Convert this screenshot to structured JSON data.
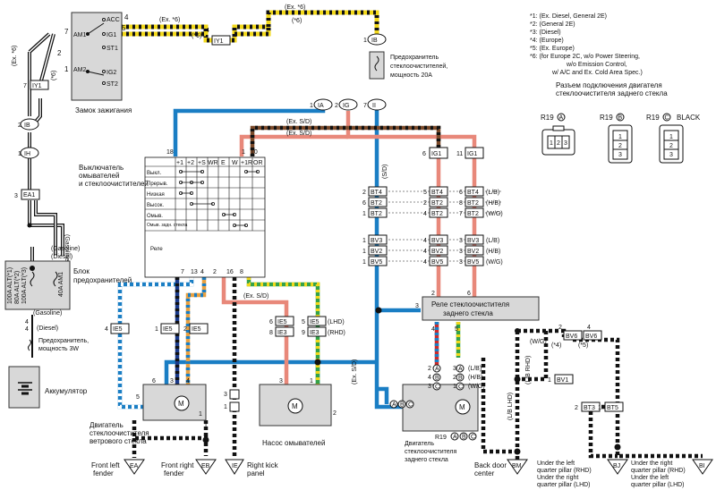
{
  "notes": {
    "n1": "*1:  (Ex. Diesel, General 2E)",
    "n2": "*2:  (General 2E)",
    "n3": "*3:  (Diesel)",
    "n4": "*4:  (Europe)",
    "n5": "*5:  (Ex. Europe)",
    "n6a": "*6:  (for Europe 2C, w/o Power Steering,",
    "n6b": "w/o Emission Control,",
    "n6c": "w/  A/C and Ex. Cold Area Spec.)"
  },
  "connector_header": {
    "line1": "Разъем подключения двигателя",
    "line2": "стеклоочистителя заднего стекла",
    "r19a": "R19",
    "r19a_letter": "A",
    "r19b": "R19",
    "r19b_letter": "B",
    "r19c": "R19",
    "r19c_letter": "C",
    "black": "BLACK"
  },
  "ignition": {
    "title": "Замок зажигания",
    "am1": "AM1",
    "am2": "AM2",
    "acc": "ACC",
    "ig1": "IG1",
    "st1": "ST1",
    "ig2": "IG2",
    "st2": "ST2"
  },
  "fuse20": {
    "line1": "Предохранитель",
    "line2": "стеклоочистителей,",
    "line3": "мощность 20A"
  },
  "switch": {
    "line1": "Выключатель",
    "line2": "омывателей",
    "line3": "и стеклоочистителей",
    "cols": [
      "+1",
      "+2",
      "+S",
      "WR",
      "E",
      "W",
      "+1R",
      "OR"
    ],
    "rows": [
      "Выкл.",
      "Прерыв.",
      "Низкая",
      "Высок.",
      "Омыв.",
      "Омыв. задн. стекла",
      "Реле"
    ]
  },
  "fuse_block": {
    "line1": "Блок",
    "line2": "предохранителей",
    "alt1": "100A ALT(*1)",
    "alt2": "80A ALT(*2)",
    "alt3": "100A ALT(*3)",
    "am1": "40A AM1",
    "gasoline": "(Gasoline)",
    "diesel": "(Diesel)"
  },
  "fuse3w": {
    "line1": "Предохранитель,",
    "line2": "мощность 3W"
  },
  "battery": "Аккумулятор",
  "front_motor": {
    "line1": "Двигатель",
    "line2": "стеклоочистителя",
    "line3": "ветрового стекла"
  },
  "pump": "Насос омывателей",
  "rear_relay": {
    "line1": "Реле стеклоочистителя",
    "line2": "заднего стекла"
  },
  "rear_motor": {
    "line1": "Двигатель",
    "line2": "стеклоочистителя",
    "line3": "заднего стекла"
  },
  "grounds": {
    "ea": "EA",
    "ea_label1": "Front left",
    "ea_label2": "fender",
    "eb": "EB",
    "eb_label1": "Front right",
    "eb_label2": "fender",
    "ie": "IE",
    "ie_label1": "Right kick",
    "ie_label2": "panel",
    "bm": "BM",
    "bm_label1": "Back door",
    "bm_label2": "center",
    "bj": "BJ",
    "bj_label1": "Under the left",
    "bj_label2": "quarter pillar (RHD)",
    "bj_label3": "Under the right",
    "bj_label4": "quarter pillar (LHD)",
    "bi": "BI",
    "bi_label1": "Under the right",
    "bi_label2": "quarter pillar (RHD)",
    "bi_label3": "Under the left",
    "bi_label4": "quarter pillar (LHD)"
  },
  "wire_notes": {
    "ex6": "(Ex. *6)",
    "star6": "(*6)",
    "ex_sd1": "(Ex. S/D)",
    "sd": "(S/D)",
    "ex_sd2": "(Ex. S/D)",
    "ex_sd3": "(Ex. S/D)",
    "ex_sd4": "(Ex. S/D)",
    "lhd": "(LHD)",
    "rhd": "(RHD)",
    "l_b": "(L/B)",
    "h_b": "(H/B)",
    "w_g": "(W/G)",
    "lb_lhd": "(L/B LHD)",
    "lb_rhd": "(L/B RHD)",
    "star4": "(*4)",
    "star5": "(*5)",
    "wg2": "(W/G)",
    "gasoline2": "(Gasoline)",
    "gasoline3": "(Gasoline)",
    "diesel2": "(Diesel)"
  },
  "connectors": {
    "iy1": "IY1",
    "iy1b": "IY1",
    "ib": "IB",
    "ih": "IH",
    "ea1": "EA1",
    "ia": "IA",
    "ig": "IG",
    "ii": "II",
    "ig1a": "IG1",
    "ig1b": "IG1",
    "bt4": "BT4",
    "bt2": "BT2",
    "bv3": "BV3",
    "bv2": "BV2",
    "bv5": "BV5",
    "ie5": "IE5",
    "ie3": "IE3",
    "bv6": "BV6",
    "bv1": "BV1",
    "bt3": "BT3",
    "bt5": "BT5",
    "m": "M"
  },
  "colors": {
    "blue": "#1a7ec4",
    "pink": "#e8887a",
    "yellow": "#f2d81a",
    "green": "#33a24a",
    "brown": "#7b4a2a",
    "black": "#111111",
    "red": "#cc2a2a",
    "gray_box": "#d8d8d8"
  }
}
